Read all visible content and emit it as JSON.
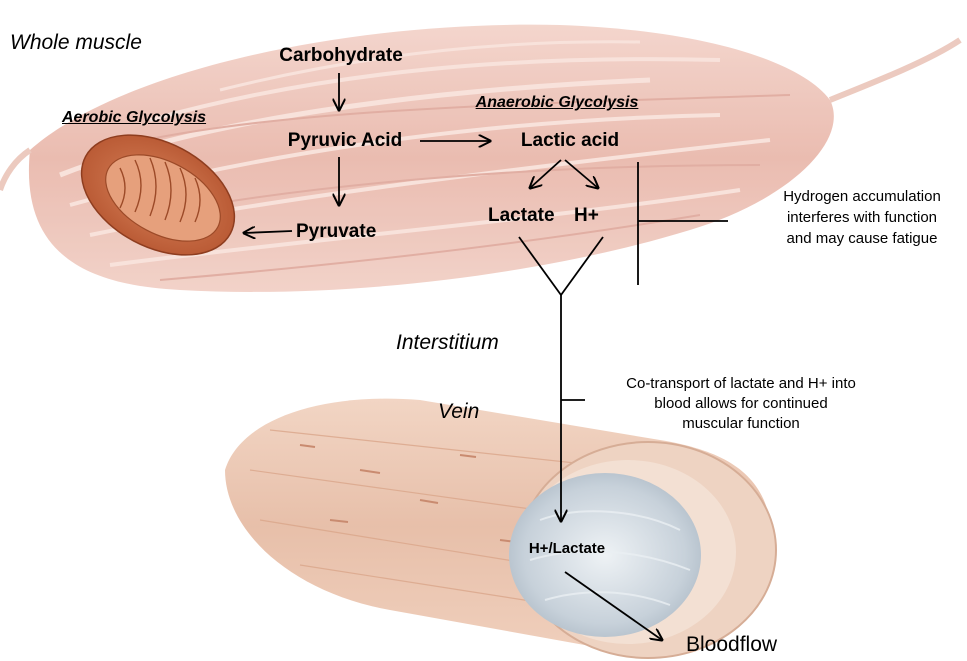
{
  "labels": {
    "whole_muscle": "Whole muscle",
    "aerobic_glycolysis": "Aerobic Glycolysis",
    "anaerobic_glycolysis": "Anaerobic Glycolysis",
    "carbohydrate": "Carbohydrate",
    "pyruvic_acid": "Pyruvic Acid",
    "pyruvate": "Pyruvate",
    "lactic_acid": "Lactic acid",
    "lactate": "Lactate",
    "h_plus": "H+",
    "interstitium": "Interstitium",
    "vein": "Vein",
    "h_lactate": "H+/Lactate",
    "bloodflow": "Bloodflow"
  },
  "notes": {
    "hydrogen_line1": "Hydrogen accumulation",
    "hydrogen_line2": "interferes with function",
    "hydrogen_line3": "and may cause fatigue",
    "cotransport_line1": "Co-transport of lactate and H+ into",
    "cotransport_line2": "blood allows for continued",
    "cotransport_line3": "muscular function"
  },
  "colors": {
    "muscle": "#e8b5a8",
    "muscle_stripe": "#f4d6cd",
    "mitochondrion": "#c8643c",
    "vein_outer": "#e9c4ae",
    "vein_lumen": "#c9d3dc"
  }
}
